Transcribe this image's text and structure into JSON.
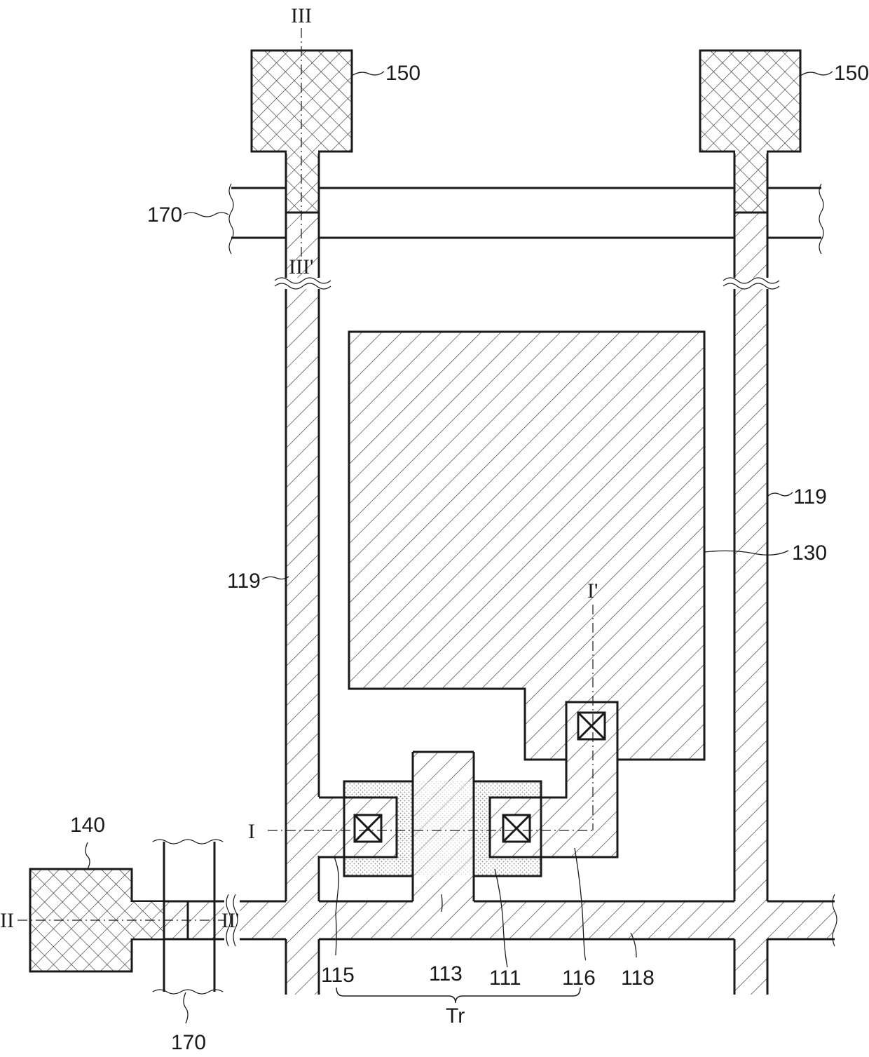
{
  "labels": {
    "pad_top_left": "150",
    "pad_top_right": "150",
    "pad_left": "140",
    "line_170_top": "170",
    "line_170_bottom": "170",
    "line_119_left": "119",
    "line_119_right": "119",
    "electrode_130": "130",
    "gate_line_118": "118",
    "source_115": "115",
    "gate_113": "113",
    "drain_111": "111",
    "drain_116": "116",
    "transistor": "Tr",
    "section_I": "I",
    "section_I_prime": "I'",
    "section_II": "II",
    "section_II_prime": "II'",
    "section_III": "III",
    "section_III_prime": "III'"
  },
  "colors": {
    "stroke": "#1a1a1a",
    "background": "#ffffff",
    "semiconductor_dots": "#8a8a8a"
  }
}
